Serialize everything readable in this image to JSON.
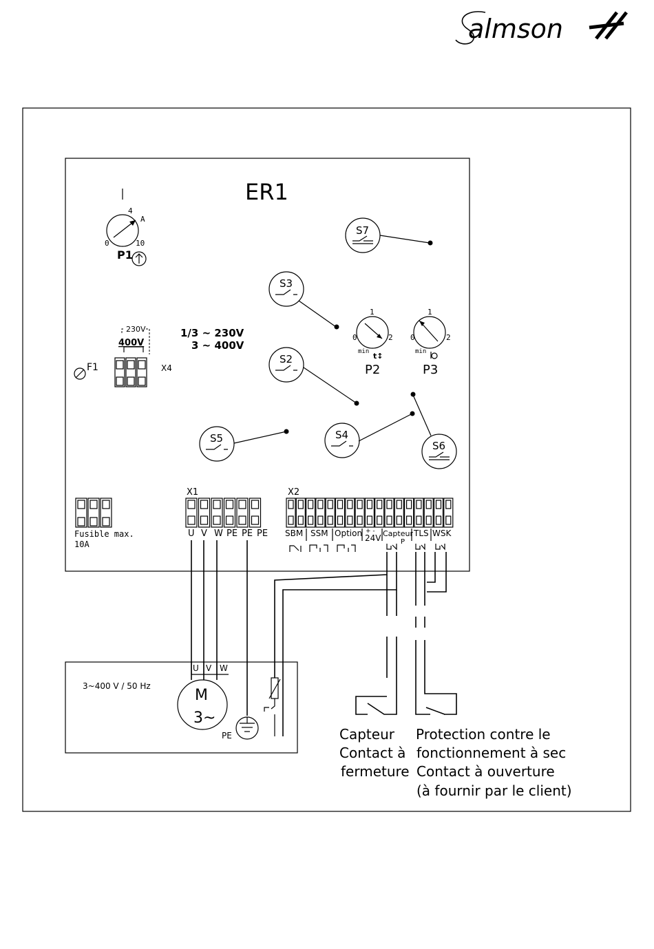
{
  "brand": {
    "name": "Salmson",
    "logo_text": "Salmson"
  },
  "panel": {
    "title": "ER1",
    "ammeter": {
      "label": "P1",
      "symbol": "I",
      "scale_min": "0",
      "scale_mid": "4",
      "scale_max": "10",
      "unit": "A"
    },
    "switches": [
      "S7",
      "S3",
      "S2",
      "S4",
      "S5",
      "S6"
    ],
    "pot_p2": {
      "label": "P2",
      "scale": [
        "0",
        "1",
        "2"
      ],
      "sub": "min"
    },
    "pot_p3": {
      "label": "P3",
      "scale": [
        "0",
        "1",
        "2"
      ],
      "sub": "min"
    },
    "voltage_select": {
      "top": "230V",
      "bottom": "400V",
      "connector": "X4"
    },
    "voltage_info": {
      "line1": "1/3 ~ 230V",
      "line2": "3 ~ 400V"
    },
    "fuse": {
      "label": "F1",
      "note_line1": "Fusible max.",
      "note_line2": "10A"
    },
    "x1": {
      "label": "X1",
      "terminals": [
        "U",
        "V",
        "W",
        "PE",
        "PE",
        "PE"
      ]
    },
    "x2": {
      "label": "X2",
      "groups": [
        "SBM",
        "SSM",
        "Option",
        "+ -",
        "24V",
        "Capteur",
        "P",
        "TLS",
        "WSK"
      ]
    }
  },
  "motor": {
    "supply": "3~400 V / 50 Hz",
    "terminals": [
      "U",
      "V",
      "W"
    ],
    "symbol_line1": "M",
    "symbol_line2": "3~",
    "earth": "PE"
  },
  "sensor_caption": [
    "Capteur",
    "Contact à",
    "fermeture"
  ],
  "dryrun_caption": [
    "Protection contre le",
    "fonctionnement à sec",
    "Contact à ouverture",
    "(à fournir par le client)"
  ]
}
